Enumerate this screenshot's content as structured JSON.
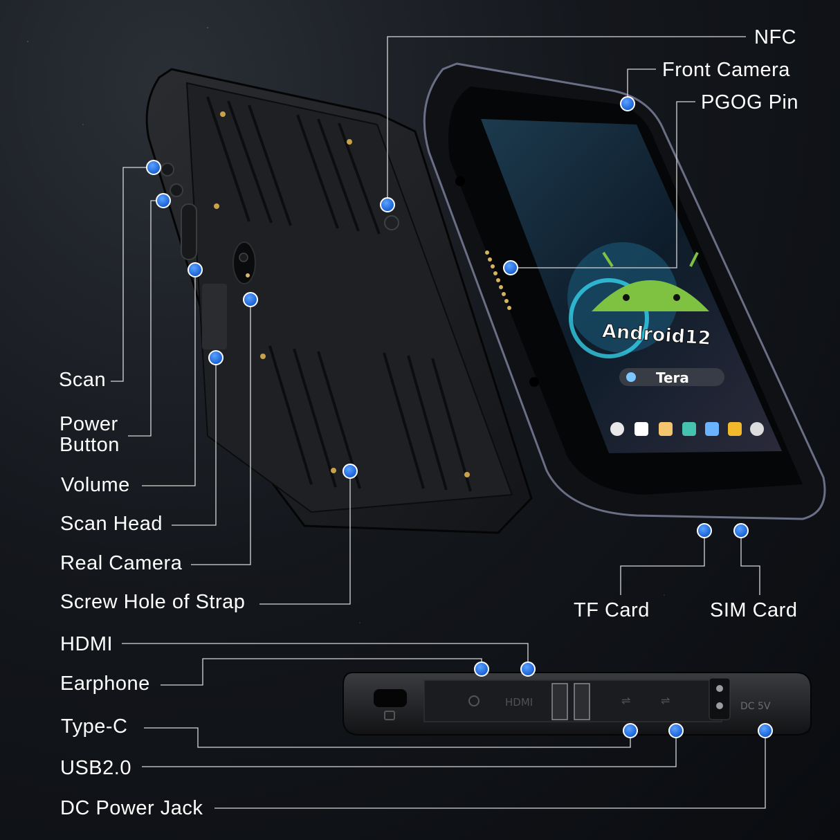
{
  "labels": {
    "nfc": "NFC",
    "front_camera": "Front Camera",
    "pgog_pin": "PGOG Pin",
    "scan": "Scan",
    "power_button_line1": "Power",
    "power_button_line2": "Button",
    "volume": "Volume",
    "scan_head": "Scan Head",
    "real_camera": "Real Camera",
    "screw_hole": "Screw Hole of Strap",
    "tf_card": "TF Card",
    "sim_card": "SIM Card",
    "hdmi": "HDMI",
    "earphone": "Earphone",
    "type_c": "Type-C",
    "usb": "USB2.0",
    "dc_power": "DC Power Jack"
  },
  "screen": {
    "os_badge": "Android12",
    "search_text": "Tera"
  },
  "port_strip": {
    "hdmi_text": "HDMI",
    "dc_text": "DC 5V"
  },
  "colors": {
    "marker": "#1f6fe6",
    "leader_line": "#d8d8d8",
    "android_green": "#7fc241"
  }
}
